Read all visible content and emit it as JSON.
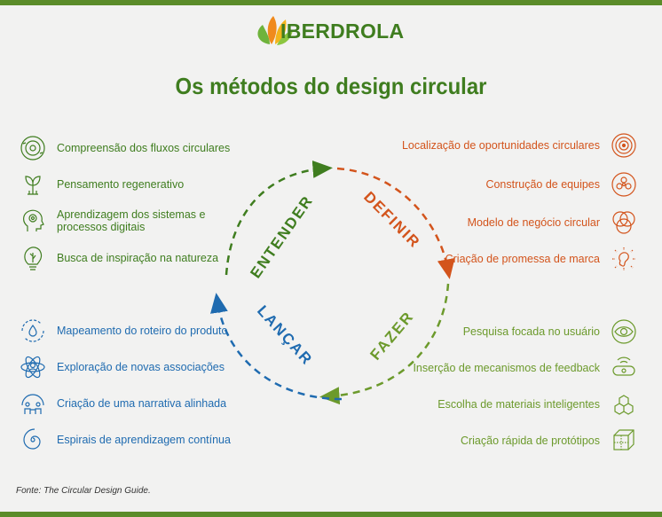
{
  "logo": {
    "text": "IBERDROLA"
  },
  "title": "Os métodos do design circular",
  "cycle": {
    "entender": "ENTENDER",
    "definir": "DEFINIR",
    "fazer": "FAZER",
    "lancar": "LANÇAR"
  },
  "entender": {
    "color": "#3f7d1f",
    "items": [
      {
        "label": "Compreensão dos fluxos circulares",
        "icon": "circular-flow-icon"
      },
      {
        "label": "Pensamento regenerativo",
        "icon": "plant-plug-icon"
      },
      {
        "label": "Aprendizagem dos sistemas e processos digitais",
        "icon": "head-gear-icon"
      },
      {
        "label": "Busca de inspiração na natureza",
        "icon": "leaf-bulb-icon"
      }
    ]
  },
  "lancar": {
    "color": "#1f6bb0",
    "items": [
      {
        "label": "Mapeamento do roteiro do produto",
        "icon": "drop-cycle-icon"
      },
      {
        "label": "Exploração de novas associações",
        "icon": "atom-person-icon"
      },
      {
        "label": "Criação de uma narrativa alinhada",
        "icon": "people-arc-icon"
      },
      {
        "label": "Espirais de aprendizagem contínua",
        "icon": "spiral-icon"
      }
    ]
  },
  "definir": {
    "color": "#d3541c",
    "items": [
      {
        "label": "Localização de oportunidades circulares",
        "icon": "target-icon"
      },
      {
        "label": "Construção de equipes",
        "icon": "team-flower-icon"
      },
      {
        "label": "Modelo de negócio circular",
        "icon": "venn-icon"
      },
      {
        "label": "Criação de promessa de marca",
        "icon": "ear-sun-icon"
      }
    ]
  },
  "fazer": {
    "color": "#6c9a2c",
    "items": [
      {
        "label": "Pesquisa focada no usuário",
        "icon": "eye-icon"
      },
      {
        "label": "Inserção de mecanismos de feedback",
        "icon": "feedback-device-icon"
      },
      {
        "label": "Escolha de materiais inteligentes",
        "icon": "molecule-icon"
      },
      {
        "label": "Criação rápida de protótipos",
        "icon": "cube-icon"
      }
    ]
  },
  "source": "Fonte: The Circular Design Guide."
}
